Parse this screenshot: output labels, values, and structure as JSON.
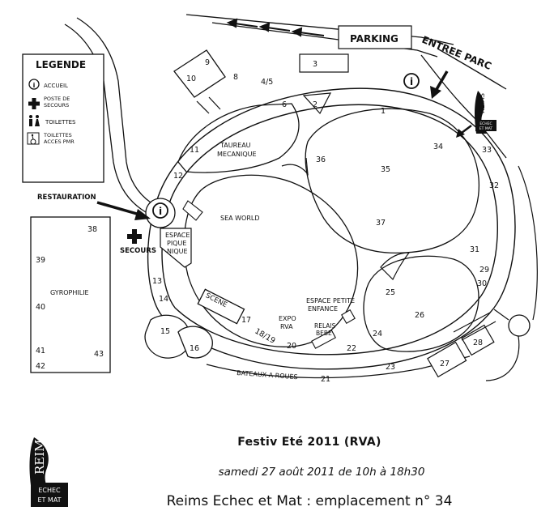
{
  "legend": {
    "title": "LEGENDE",
    "items": [
      {
        "icon": "info-icon",
        "label": "ACCUEIL"
      },
      {
        "icon": "first-aid-cross-icon",
        "label": "POSTE DE SECOURS"
      },
      {
        "icon": "toilets-icon",
        "label": "TOILETTES"
      },
      {
        "icon": "wheelchair-icon",
        "label": "TOILETTES ACCES PMR"
      }
    ]
  },
  "labels": {
    "parking": "PARKING",
    "entree_parc": "ENTREE PARC",
    "restauration": "RESTAURATION",
    "secours": "SECOURS",
    "taureau_1": "TAUREAU",
    "taureau_2": "MECANIQUE",
    "sea_world": "SEA WORLD",
    "espace_1": "ESPACE",
    "espace_2": "PIQUE",
    "espace_3": "NIQUE",
    "gyrophilie": "GYROPHILIE",
    "scene": "SCENE",
    "expo_1": "EXPO",
    "expo_2": "RVA",
    "petite_1": "ESPACE PETITE",
    "petite_2": "ENFANCE",
    "relais_1": "RELAIS",
    "relais_2": "BEBE",
    "bateaux": "BATEAUX A ROUES"
  },
  "numbers": [
    "1",
    "2",
    "3",
    "4/5",
    "6",
    "8",
    "9",
    "10",
    "11",
    "12",
    "13",
    "14",
    "15",
    "16",
    "17",
    "18/19",
    "20",
    "21",
    "22",
    "23",
    "24",
    "25",
    "26",
    "27",
    "28",
    "29",
    "30",
    "31",
    "32",
    "33",
    "34",
    "35",
    "36",
    "37",
    "38",
    "39",
    "40",
    "41",
    "42",
    "43"
  ],
  "logo": {
    "main": "REIMS",
    "sub_1": "ECHEC",
    "sub_2": "ET MAT"
  },
  "captions": {
    "line1": "Festiv Eté 2011 (RVA)",
    "line2": "samedi 27 août 2011 de 10h à 18h30",
    "line3": "Reims Echec et Mat : emplacement n° 34"
  }
}
